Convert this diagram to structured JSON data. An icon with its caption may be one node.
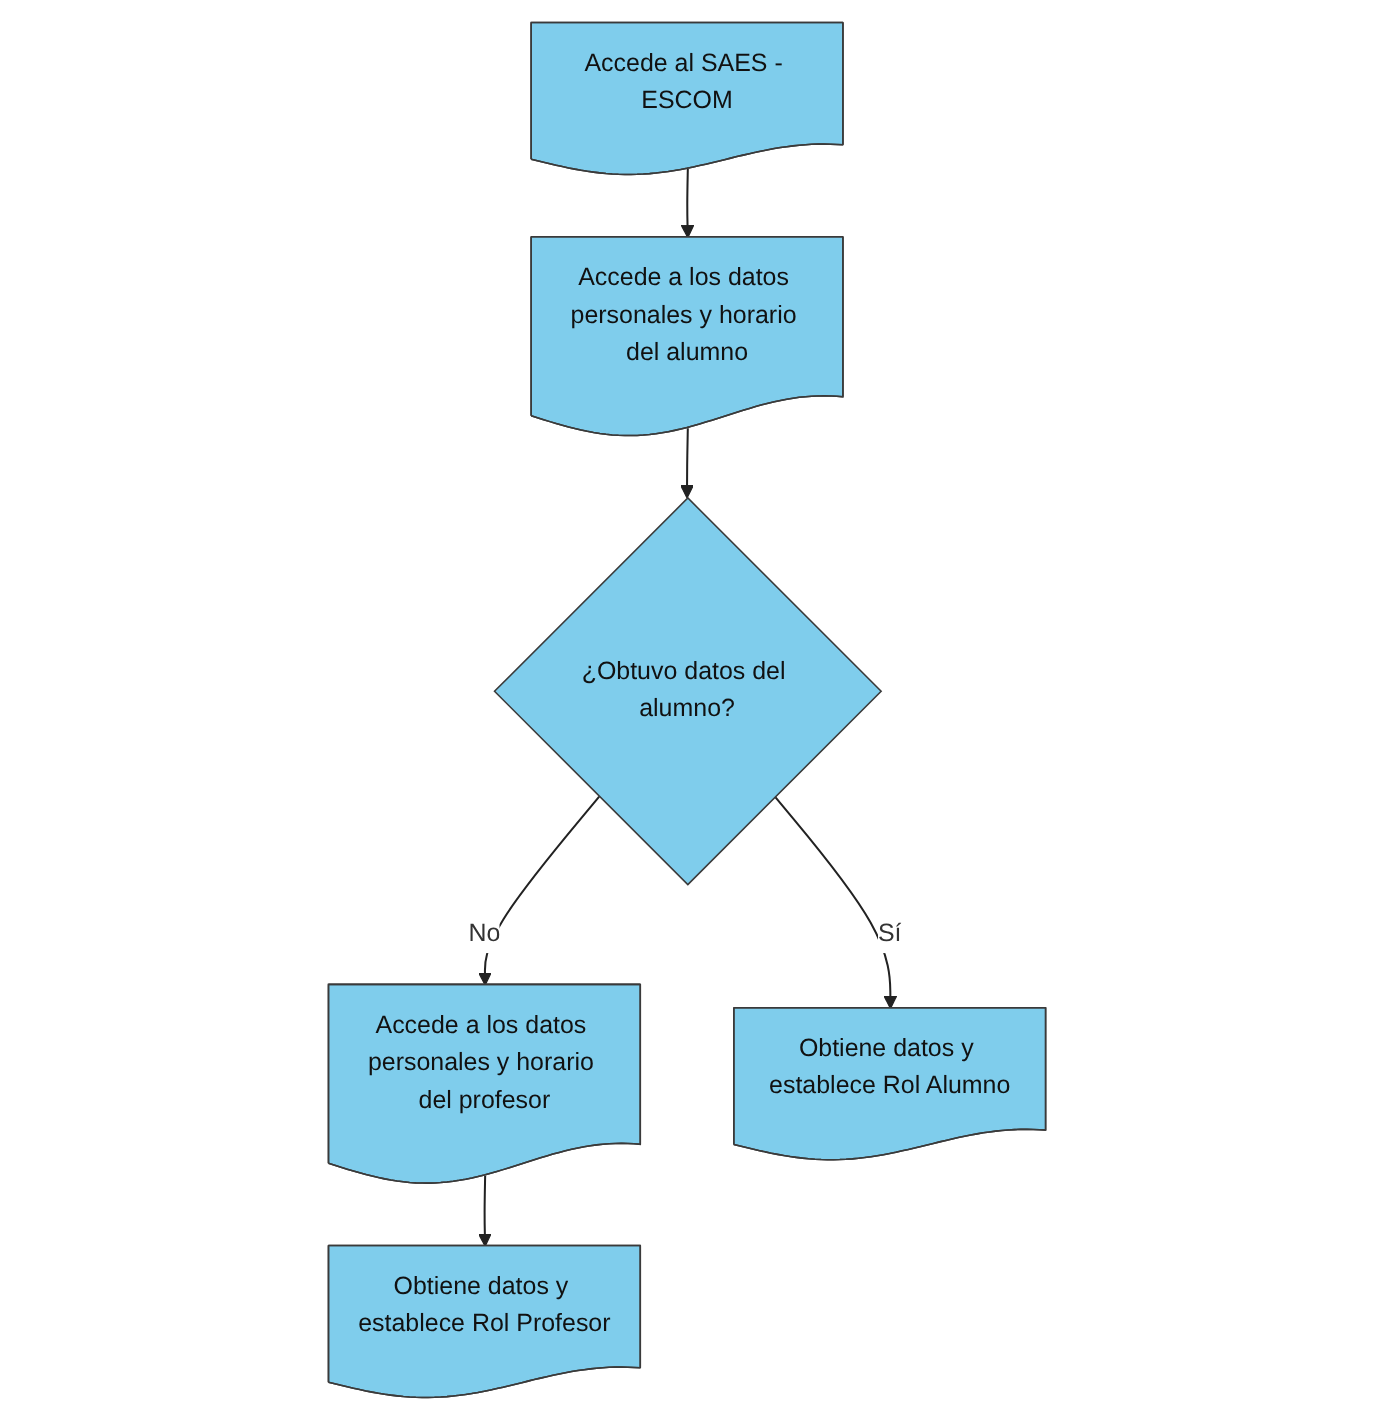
{
  "diagram": {
    "nodes": [
      {
        "text": [
          "Accede al SAES - ESCOM"
        ]
      },
      {
        "text": [
          "Accede a los datos personales y horario del alumno"
        ]
      },
      {
        "text": [
          "¿Obtuvo datos del alumno?"
        ]
      },
      {
        "text": [
          "Accede a los datos personales y horario del profesor"
        ]
      },
      {
        "text": [
          "Obtiene datos y establece Rol Alumno"
        ]
      },
      {
        "text": [
          "Obtiene datos y establece Rol Profesor"
        ]
      }
    ],
    "edges": [
      {
        "from": 0,
        "to": 1,
        "arrow": "to"
      },
      {
        "from": 1,
        "to": 2,
        "arrow": "to"
      },
      {
        "from": 2,
        "to": 3,
        "label": "No",
        "arrow": "to"
      },
      {
        "from": 2,
        "to": 4,
        "label": "Sí",
        "arrow": "to"
      },
      {
        "from": 3,
        "to": 5,
        "arrow": "to"
      }
    ]
  }
}
